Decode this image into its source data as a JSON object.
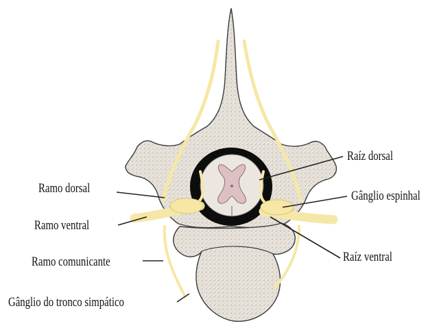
{
  "labels": {
    "raiz_dorsal": "Raíz dorsal",
    "ramo_dorsal": "Ramo dorsal",
    "ganglio_espinhal": "Gânglio espinhal",
    "ramo_ventral": "Ramo ventral",
    "raiz_ventral": "Raíz ventral",
    "ramo_comunicante": "Ramo comunicante",
    "ganglio_tronco_simpatico": "Gânglio do tronco simpático"
  },
  "colors": {
    "bone_fill": "#e8e4dc",
    "bone_stipple": "#9a968e",
    "outline": "#3a3a3a",
    "nerve": "#f6e7a6",
    "nerve_edge": "#d9c46f",
    "dura": "#0d0d0d",
    "spinal_cord_white": "#ece6e0",
    "gray_matter": "#dcc0c4"
  }
}
